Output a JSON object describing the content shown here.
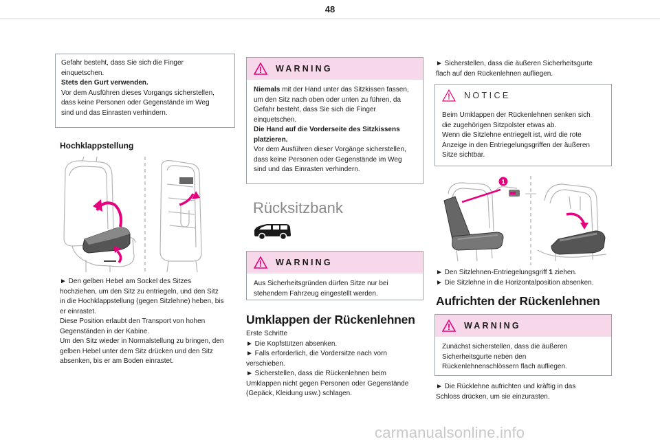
{
  "page": {
    "number": "48",
    "watermark": "carmanualsonline.info"
  },
  "col1": {
    "box": {
      "line1": "Gefahr besteht, dass Sie sich die Finger",
      "line2": "einquetschen.",
      "bold": "Stets den Gurt verwenden.",
      "line3": "Vor dem Ausführen dieses Vorgangs sicherstellen,",
      "line4": "dass keine Personen oder Gegenstände im Weg",
      "line5": "sind und das Einrasten verhindern."
    },
    "heading": "Hochklappstellung",
    "steps": [
      "► Den gelben Hebel am Sockel des Sitzes",
      "hochziehen, um den Sitz zu entriegeln, und den Sitz",
      "in die Hochklappstellung (gegen Sitzlehne) heben, bis",
      "er einrastet.",
      "Diese Position erlaubt den Transport von hohen",
      "Gegenständen in der Kabine.",
      "Um den Sitz wieder in Normalstellung zu bringen, den",
      "gelben Hebel unter dem Sitz drücken und den Sitz",
      "absenken, bis er am Boden einrastet."
    ]
  },
  "col2": {
    "warning1": {
      "title": "WARNING",
      "bold1": "Niemals",
      "l1": " mit der Hand unter das Sitzkissen fassen,",
      "l2": "um den Sitz nach oben oder unten zu führen, da",
      "l3": "Gefahr besteht, dass Sie sich die Finger",
      "l4": "einquetschen.",
      "bold2a": "Die Hand auf die Vorderseite des Sitzkissens",
      "bold2b": "platzieren.",
      "l5": "Vor dem Ausführen dieser Vorgänge sicherstellen,",
      "l6": "dass keine Personen oder Gegenstände im Weg",
      "l7": "sind und das Einrasten verhindern."
    },
    "section_title": "Rücksitzbank",
    "warning2": {
      "title": "WARNING",
      "l1": "Aus Sicherheitsgründen dürfen Sitze nur bei",
      "l2": "stehendem Fahrzeug eingestellt werden."
    },
    "heading": "Umklappen der Rückenlehnen",
    "steps": [
      "Erste Schritte",
      "► Die Kopfstützen absenken.",
      "► Falls erforderlich, die Vordersitze nach vorn",
      "verschieben.",
      "► Sicherstellen, dass die Rückenlehnen beim",
      "Umklappen nicht gegen Personen oder Gegenstände",
      "(Gepäck, Kleidung usw.) schlagen."
    ]
  },
  "col3": {
    "intro": [
      "► Sicherstellen, dass die äußeren Sicherheitsgurte",
      "flach auf den Rückenlehnen aufliegen."
    ],
    "notice": {
      "title": "NOTICE",
      "lines": [
        "Beim Umklappen der Rückenlehnen senken sich",
        "die zugehörigen Sitzpolster etwas ab.",
        "Wenn die Sitzlehne entriegelt ist, wird die rote",
        "Anzeige in den Entriegelungsgriffen der äußeren",
        "Sitze sichtbar."
      ]
    },
    "badge": "1",
    "steps_a1": "► Den Sitzlehnen-Entriegelungsgriff ",
    "steps_a_bold": "1",
    "steps_a2": " ziehen.",
    "steps_b": "► Die Sitzlehne in die Horizontalposition absenken.",
    "heading": "Aufrichten der Rückenlehnen",
    "warning": {
      "title": "WARNING",
      "lines": [
        "Zunächst sicherstellen, dass die äußeren",
        "Sicherheitsgurte neben den",
        "Rückenlehnenschlössern flach aufliegen."
      ]
    },
    "final": [
      "► Die Rücklehne aufrichten und kräftig in das",
      "Schloss drücken, um sie einzurasten."
    ]
  },
  "colors": {
    "accent": "#e5007e",
    "warning_bg": "#f7d8ea",
    "warning_icon": "#e5007e"
  }
}
